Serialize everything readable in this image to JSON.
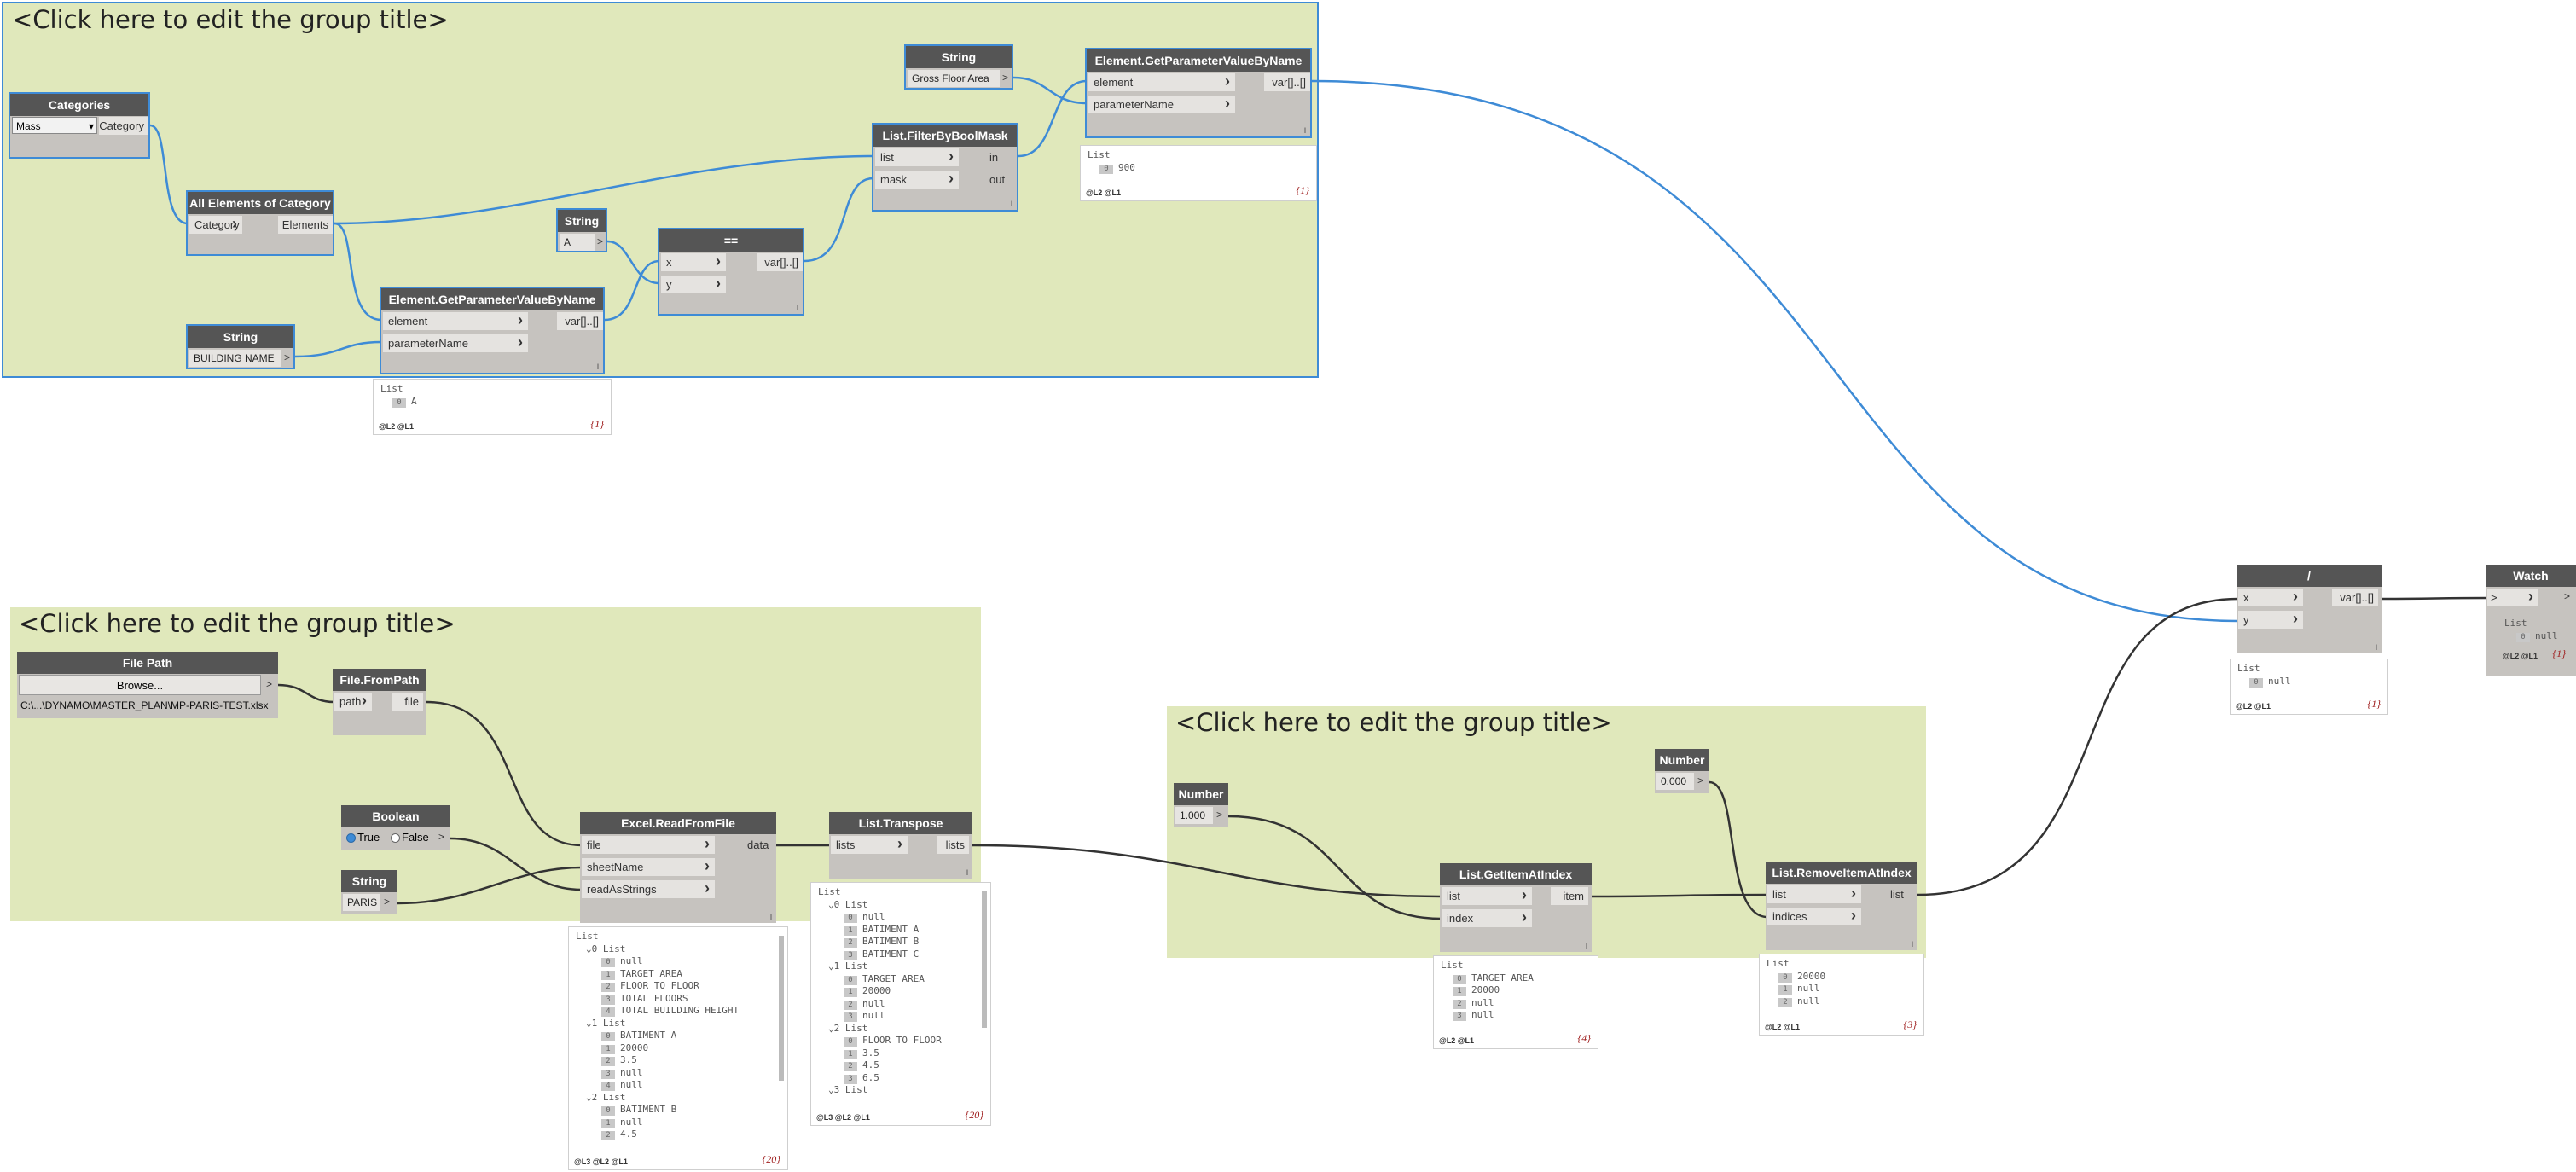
{
  "groups": {
    "title_placeholder": "<Click here to edit the group title>"
  },
  "nodes": {
    "categories": {
      "title": "Categories",
      "dropdown_value": "Mass",
      "output": "Category"
    },
    "all_elements": {
      "title": "All Elements of Category",
      "input": "Category",
      "output": "Elements"
    },
    "string_building": {
      "title": "String",
      "value": "BUILDING NAME",
      "arrow": ">"
    },
    "get_param_1": {
      "title": "Element.GetParameterValueByName",
      "input_element": "element",
      "input_param": "parameterName",
      "output": "var[]..[]",
      "lacing": "l"
    },
    "string_a": {
      "title": "String",
      "value": "A",
      "arrow": ">"
    },
    "equals": {
      "title": "==",
      "input_x": "x",
      "input_y": "y",
      "output": "var[]..[]",
      "lacing": "l"
    },
    "filter": {
      "title": "List.FilterByBoolMask",
      "input_list": "list",
      "input_mask": "mask",
      "output_in": "in",
      "output_out": "out",
      "lacing": "l"
    },
    "string_gfa": {
      "title": "String",
      "value": "Gross Floor Area",
      "arrow": ">"
    },
    "get_param_2": {
      "title": "Element.GetParameterValueByName",
      "input_element": "element",
      "input_param": "parameterName",
      "output": "var[]..[]",
      "lacing": "l"
    },
    "file_path": {
      "title": "File Path",
      "browse": "Browse...",
      "path_value": "C:\\...\\DYNAMO\\MASTER_PLAN\\MP-PARIS-TEST.xlsx",
      "arrow": ">"
    },
    "file_from_path": {
      "title": "File.FromPath",
      "input": "path",
      "output": "file"
    },
    "boolean": {
      "title": "Boolean",
      "true_label": "True",
      "false_label": "False",
      "arrow": ">"
    },
    "string_paris": {
      "title": "String",
      "value": "PARIS",
      "arrow": ">"
    },
    "excel": {
      "title": "Excel.ReadFromFile",
      "input_file": "file",
      "input_sheet": "sheetName",
      "input_strings": "readAsStrings",
      "output": "data",
      "lacing": "l"
    },
    "transpose": {
      "title": "List.Transpose",
      "input": "lists",
      "output": "lists",
      "lacing": "l"
    },
    "number_1": {
      "title": "Number",
      "value": "1.000",
      "arrow": ">"
    },
    "get_item": {
      "title": "List.GetItemAtIndex",
      "input_list": "list",
      "input_index": "index",
      "output": "item",
      "lacing": "l"
    },
    "number_0": {
      "title": "Number",
      "value": "0.000",
      "arrow": ">"
    },
    "remove_item": {
      "title": "List.RemoveItemAtIndex",
      "input_list": "list",
      "input_indices": "indices",
      "output": "list",
      "lacing": "l"
    },
    "divide": {
      "title": "/",
      "input_x": "x",
      "input_y": "y",
      "output": "var[]..[]",
      "lacing": "l"
    },
    "watch": {
      "title": "Watch",
      "in_arrow": ">",
      "out_arrow": ">"
    }
  },
  "previews": {
    "get_param_1": {
      "lines": [
        {
          "t": "List"
        },
        {
          "i": "0",
          "t": "A"
        }
      ],
      "levels": "@L2 @L1",
      "count": "{1}"
    },
    "get_param_2": {
      "lines": [
        {
          "t": "List"
        },
        {
          "i": "0",
          "t": "900"
        }
      ],
      "levels": "@L2 @L1",
      "count": "{1}"
    },
    "divide": {
      "lines": [
        {
          "t": "List"
        },
        {
          "i": "0",
          "t": "null"
        }
      ],
      "levels": "@L2 @L1",
      "count": "{1}"
    },
    "watch": {
      "lines": [
        {
          "t": "List"
        },
        {
          "i": "0",
          "t": "null"
        }
      ],
      "levels": "@L2 @L1",
      "count": "{1}"
    },
    "get_item": {
      "lines": [
        {
          "t": "List"
        },
        {
          "i": "0",
          "t": "TARGET AREA"
        },
        {
          "i": "1",
          "t": "20000"
        },
        {
          "i": "2",
          "t": "null"
        },
        {
          "i": "3",
          "t": "null"
        }
      ],
      "levels": "@L2 @L1",
      "count": "{4}"
    },
    "remove_item": {
      "lines": [
        {
          "t": "List"
        },
        {
          "i": "0",
          "t": "20000"
        },
        {
          "i": "1",
          "t": "null"
        },
        {
          "i": "2",
          "t": "null"
        }
      ],
      "levels": "@L2 @L1",
      "count": "{3}"
    },
    "excel": {
      "lines": [
        {
          "t": "List"
        },
        {
          "p": "0",
          "t": "List"
        },
        {
          "i": "0",
          "t": "null"
        },
        {
          "i": "1",
          "t": "TARGET AREA"
        },
        {
          "i": "2",
          "t": "FLOOR TO FLOOR"
        },
        {
          "i": "3",
          "t": "TOTAL FLOORS"
        },
        {
          "i": "4",
          "t": "TOTAL BUILDING HEIGHT"
        },
        {
          "p": "1",
          "t": "List"
        },
        {
          "i": "0",
          "t": "BATIMENT A"
        },
        {
          "i": "1",
          "t": "20000"
        },
        {
          "i": "2",
          "t": "3.5"
        },
        {
          "i": "3",
          "t": "null"
        },
        {
          "i": "4",
          "t": "null"
        },
        {
          "p": "2",
          "t": "List"
        },
        {
          "i": "0",
          "t": "BATIMENT B"
        },
        {
          "i": "1",
          "t": "null"
        },
        {
          "i": "2",
          "t": "4.5"
        }
      ],
      "levels": "@L3 @L2 @L1",
      "count": "{20}"
    },
    "transpose": {
      "lines": [
        {
          "t": "List"
        },
        {
          "p": "0",
          "t": "List"
        },
        {
          "i": "0",
          "t": "null"
        },
        {
          "i": "1",
          "t": "BATIMENT A"
        },
        {
          "i": "2",
          "t": "BATIMENT B"
        },
        {
          "i": "3",
          "t": "BATIMENT C"
        },
        {
          "p": "1",
          "t": "List"
        },
        {
          "i": "0",
          "t": "TARGET AREA"
        },
        {
          "i": "1",
          "t": "20000"
        },
        {
          "i": "2",
          "t": "null"
        },
        {
          "i": "3",
          "t": "null"
        },
        {
          "p": "2",
          "t": "List"
        },
        {
          "i": "0",
          "t": "FLOOR TO FLOOR"
        },
        {
          "i": "1",
          "t": "3.5"
        },
        {
          "i": "2",
          "t": "4.5"
        },
        {
          "i": "3",
          "t": "6.5"
        },
        {
          "p": "3",
          "t": "List"
        }
      ],
      "levels": "@L3 @L2 @L1",
      "count": "{20}"
    }
  },
  "colors": {
    "wire_selected": "#3e8bd6",
    "wire_normal": "#333333",
    "group_bg": "#e0e8bb",
    "node_header": "#555555"
  }
}
